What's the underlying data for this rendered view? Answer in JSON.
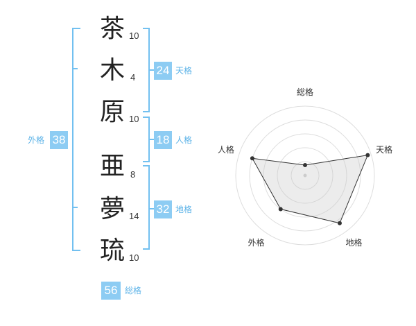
{
  "name": {
    "characters": [
      {
        "char": "茶",
        "strokes": "10"
      },
      {
        "char": "木",
        "strokes": "4"
      },
      {
        "char": "原",
        "strokes": "10"
      },
      {
        "char": "亜",
        "strokes": "8"
      },
      {
        "char": "夢",
        "strokes": "14"
      },
      {
        "char": "琉",
        "strokes": "10"
      }
    ]
  },
  "kakaku": {
    "tenkaku": {
      "value": "24",
      "label": "天格"
    },
    "jinkaku": {
      "value": "18",
      "label": "人格"
    },
    "chikaku": {
      "value": "32",
      "label": "地格"
    },
    "gaikaku": {
      "value": "38",
      "label": "外格"
    },
    "soukaku": {
      "value": "56",
      "label": "総格"
    }
  },
  "colors": {
    "accent": "#8dccf3",
    "bracket": "#72c0f0"
  },
  "chart_data": {
    "type": "radar",
    "axes": [
      "総格",
      "天格",
      "地格",
      "外格",
      "人格"
    ],
    "values": [
      0.15,
      0.95,
      0.85,
      0.6,
      0.8
    ],
    "range": [
      0,
      1
    ],
    "grid": true
  }
}
